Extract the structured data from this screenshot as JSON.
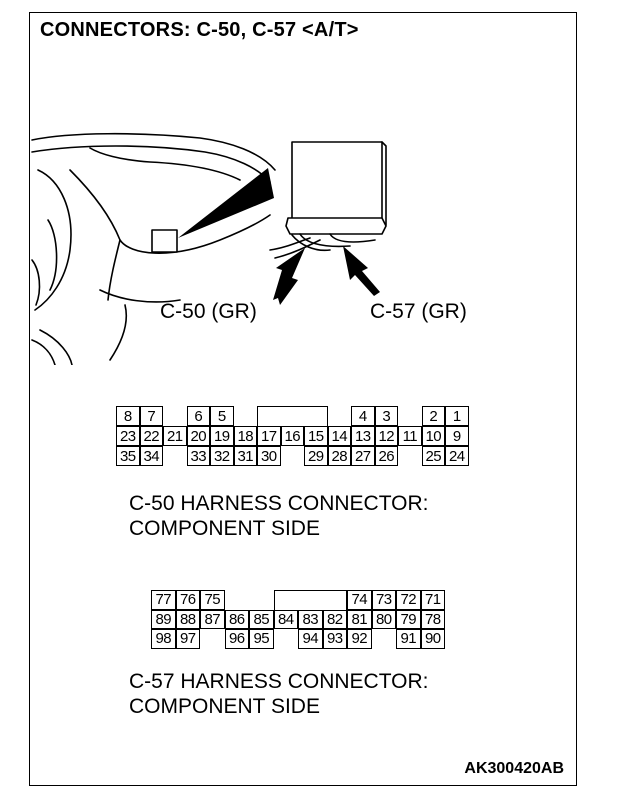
{
  "title": "CONNECTORS: C-50, C-57 <A/T>",
  "illustration": {
    "label_c50": "C-50 (GR)",
    "label_c57": "C-57 (GR)"
  },
  "c50": {
    "row1": [
      "8",
      "7",
      "6",
      "5",
      "4",
      "3",
      "2",
      "1"
    ],
    "row2": [
      "23",
      "22",
      "21",
      "20",
      "19",
      "18",
      "17",
      "16",
      "15",
      "14",
      "13",
      "12",
      "11",
      "10",
      "9"
    ],
    "row3": [
      "35",
      "34",
      "33",
      "32",
      "31",
      "30",
      "29",
      "28",
      "27",
      "26",
      "25",
      "24"
    ],
    "caption_line1": "C-50 HARNESS CONNECTOR:",
    "caption_line2": "COMPONENT SIDE"
  },
  "c57": {
    "row1": [
      "77",
      "76",
      "75",
      "74",
      "73",
      "72",
      "71"
    ],
    "row2": [
      "89",
      "88",
      "87",
      "86",
      "85",
      "84",
      "83",
      "82",
      "81",
      "80",
      "79",
      "78"
    ],
    "row3": [
      "98",
      "97",
      "96",
      "95",
      "94",
      "93",
      "92",
      "91",
      "90"
    ],
    "caption_line1": "C-57 HARNESS CONNECTOR:",
    "caption_line2": "COMPONENT SIDE"
  },
  "figure_code": "AK300420AB"
}
